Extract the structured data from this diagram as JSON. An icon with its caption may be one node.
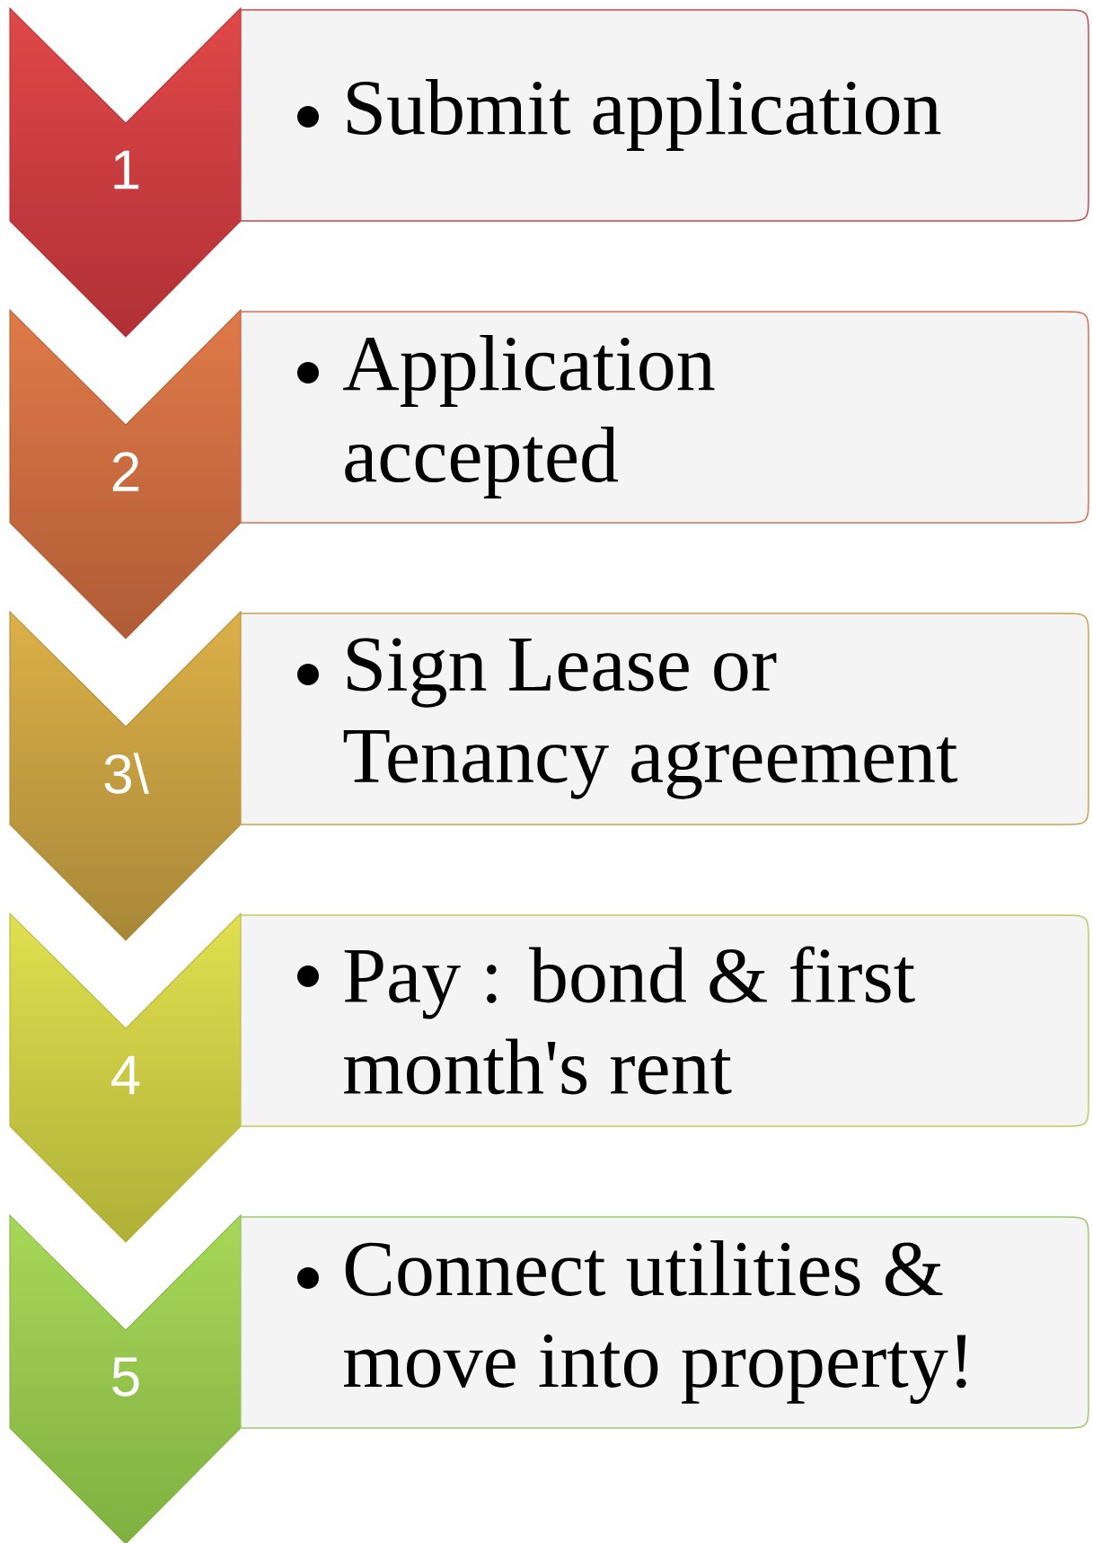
{
  "diagram": {
    "nodes": [
      {
        "text": [
          "1"
        ]
      },
      {
        "text": [
          "Submit application"
        ]
      },
      {
        "text": [
          "2"
        ]
      },
      {
        "text": [
          "Application accepted"
        ]
      },
      {
        "text": [
          "3\\"
        ]
      },
      {
        "text": [
          "Sign Lease or Tenancy agreement"
        ]
      },
      {
        "text": [
          "4"
        ]
      },
      {
        "text": [
          "Pay : bond & first month's rent"
        ]
      },
      {
        "text": [
          "5"
        ]
      },
      {
        "text": [
          "Connect utilities & move into property!"
        ]
      }
    ]
  }
}
